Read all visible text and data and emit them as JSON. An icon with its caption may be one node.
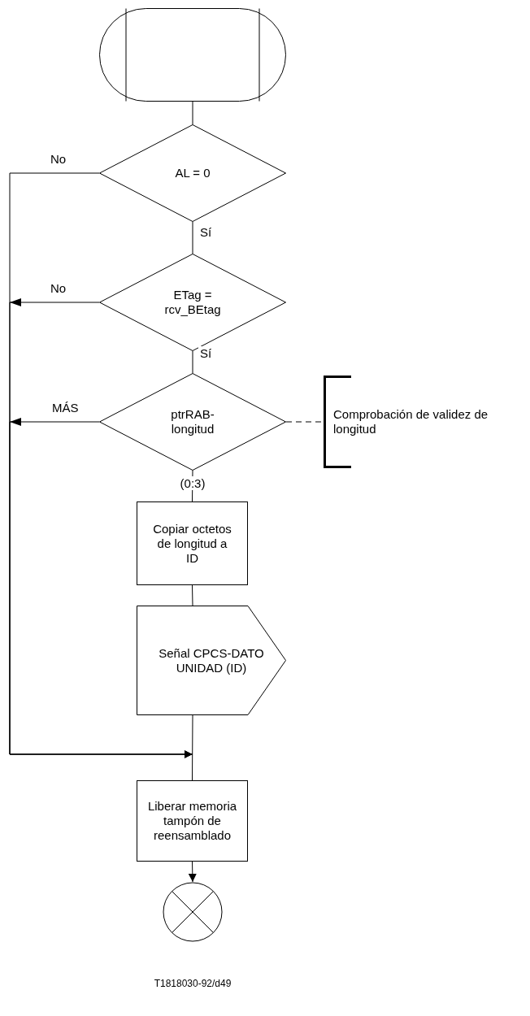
{
  "diagram": {
    "nodes": [
      {
        "text": [],
        "shape": "box"
      },
      {
        "text": [
          "AL = 0"
        ]
      },
      {
        "text": [
          "ETag = rcv_BEtag"
        ]
      },
      {
        "text": [
          "ptrRAB-longitud"
        ]
      },
      {
        "text": [
          "Comprobación de validez de longitud"
        ]
      },
      {
        "text": [
          "Copiar octetos de longitud a ID"
        ]
      },
      {
        "text": [
          "Señal CPCS-DATO UNIDAD (ID)"
        ]
      },
      {
        "text": [
          "Liberar memoria tampón de reensamblado"
        ]
      },
      {
        "text": [],
        "shape": "circle"
      }
    ],
    "edges": [
      {
        "from": 0,
        "to": 1,
        "arrow": "none"
      },
      {
        "from": 1,
        "to": 2,
        "arrow": "none",
        "label": "Sí"
      },
      {
        "from": 2,
        "to": 3,
        "arrow": "none",
        "label": "Sí"
      },
      {
        "from": 3,
        "to": 5,
        "arrow": "none",
        "label": "(0:3)"
      },
      {
        "from": 3,
        "to": 4,
        "arrow": "none",
        "style": "dashed"
      },
      {
        "from": 5,
        "to": 6,
        "arrow": "none"
      },
      {
        "from": 6,
        "to": 7,
        "arrow": "none"
      },
      {
        "from": 7,
        "to": 8,
        "arrow": "to"
      },
      {
        "from": 1,
        "to": 7,
        "arrow": "to",
        "label": "No"
      },
      {
        "from": 2,
        "to": 7,
        "arrow": "to",
        "label": "No"
      },
      {
        "from": 3,
        "to": 7,
        "arrow": "to",
        "label": "MÁS"
      }
    ],
    "labels": [
      "T1818030-92/d49"
    ]
  }
}
